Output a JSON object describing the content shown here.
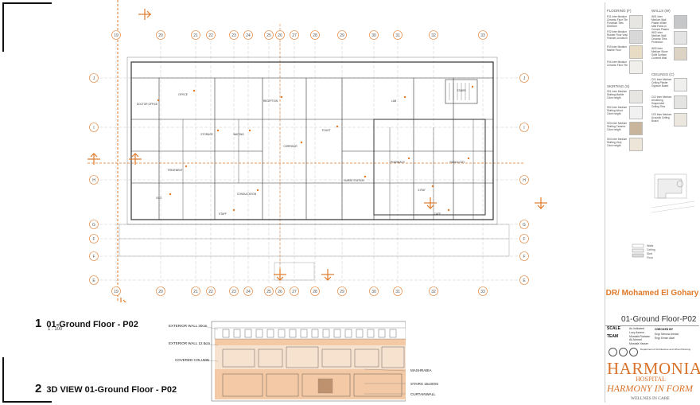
{
  "views": [
    {
      "number": "1",
      "title": "01-Ground Floor - P02",
      "scale": "1 : 100"
    },
    {
      "number": "2",
      "title": "3D VIEW 01-Ground Floor - P02"
    }
  ],
  "grid_top": [
    "19",
    "20",
    "21",
    "22",
    "23",
    "24",
    "25",
    "26",
    "27",
    "28",
    "29",
    "30",
    "31",
    "32",
    "33"
  ],
  "grid_bottom": [
    "19",
    "20",
    "21",
    "22",
    "23",
    "24",
    "25",
    "26",
    "27",
    "28",
    "29",
    "30",
    "31",
    "32",
    "33"
  ],
  "grid_left": [
    "J",
    "I",
    "H",
    "G",
    "F",
    "F",
    "E"
  ],
  "grid_right": [
    "J",
    "I",
    "H",
    "G",
    "F",
    "F",
    "E"
  ],
  "rooms": [
    "RECEPTION",
    "WAITING",
    "DOCTOR OFFICE",
    "CORRIDOR",
    "STAIRS",
    "TOILET",
    "OFFICE",
    "LAB",
    "STORAGE",
    "NURSE STATION",
    "RADIOLOGY",
    "PHARMACY",
    "TREATMENT",
    "CONSULTATION",
    "X-RAY",
    "ECG",
    "STAFF",
    "CAFE"
  ],
  "view3d_labels": {
    "left": [
      "EXTERIOR WALL 30cm",
      "EXTERIOR WALL 12.5cm",
      "COVERED COLUMN"
    ],
    "right": [
      "MASHRABIA",
      "STAIRS 15x30X5",
      "CURTAINWALL"
    ]
  },
  "legend": {
    "flooring_title": "FLOORING (F)",
    "walls_title": "WALLS (W)",
    "skirting_title": "SKIRTING (S)",
    "ceilings_title": "CEILINGS (C)",
    "flooring": [
      {
        "code": "F01",
        "text": "Inter Medium Ceramic Floor Tile Porcelain Tiles 60x60cm"
      },
      {
        "code": "F02",
        "text": "Inter Medium Rubber Floor vinyl Finishes Linoleum"
      },
      {
        "code": "F03",
        "text": "Inter Medium Marble Floor"
      },
      {
        "code": "F04",
        "text": "Inter Medium Ceramic Floor Tile"
      }
    ],
    "walls": [
      {
        "code": "W01",
        "text": "Inter Medium Wall Plaster White Matt Paint on Cement Plaster"
      },
      {
        "code": "W02",
        "text": "Inter Medium Wall Ceramic Tiles Protection"
      },
      {
        "code": "W03",
        "text": "Inter Medium Stone Solid Surface Covered Wall"
      }
    ],
    "skirting": [
      {
        "code": "S01",
        "text": "Inter Medium Skirting Marble 10cm height"
      },
      {
        "code": "S02",
        "text": "Inter Medium Skirting Wood 10cm height"
      },
      {
        "code": "S03",
        "text": "Inter Medium Skirting Ceramic 10cm height"
      },
      {
        "code": "S04",
        "text": "Inter Medium Skirting Vinyl 10cm height"
      }
    ],
    "ceilings": [
      {
        "code": "C01",
        "text": "Inter Medium Ceiling Plaster Gypsum Board"
      },
      {
        "code": "C02",
        "text": "Inter Medium Armstrong Suspended Ceiling Tiles"
      },
      {
        "code": "C03",
        "text": "Inter Medium Acoustic Ceiling Board"
      }
    ],
    "small_legend": [
      "Walls",
      "Ceiling",
      "Skirt",
      "Floor"
    ]
  },
  "swatch_colors": {
    "F01": "#e8e6e2",
    "F02": "#d8d8d8",
    "F03": "#e9dcc4",
    "F04": "#f0efec",
    "W01": "#c6c7c9",
    "W02": "#e4e4e4",
    "W03": "#ddd3c4",
    "S01": "#e8e6e3",
    "S02": "#f1f1f1",
    "S03": "#c9b49c",
    "S04": "#ede5d8",
    "C01": "#efefee",
    "C02": "#e4e4e2",
    "C03": "#ebe7df"
  },
  "client": "DR/ Mohamed El Gohary",
  "sheet_title": "01-Ground Floor-P02",
  "scale_label": "SCALE",
  "scale_value": "As indicated",
  "team_label": "TEAM",
  "team": [
    "Lucy Assem",
    "Mostafa Radwan",
    "Ali Ahmed",
    "Mostafa Yasser"
  ],
  "checked_label": "CHECKED BY",
  "checked": [
    "Eng/ Menna Amdat",
    "Eng/ Eman Adel"
  ],
  "department": "Department of Architecture and Urban Planning",
  "logo": {
    "name": "HARMONIA",
    "sub": "HOSPITAL",
    "tagline": "HARMONY IN FORM",
    "footer": "WELLNES IN CARE"
  },
  "colors": {
    "accent": "#e07a2a",
    "line": "#333333",
    "grid": "#999999"
  }
}
